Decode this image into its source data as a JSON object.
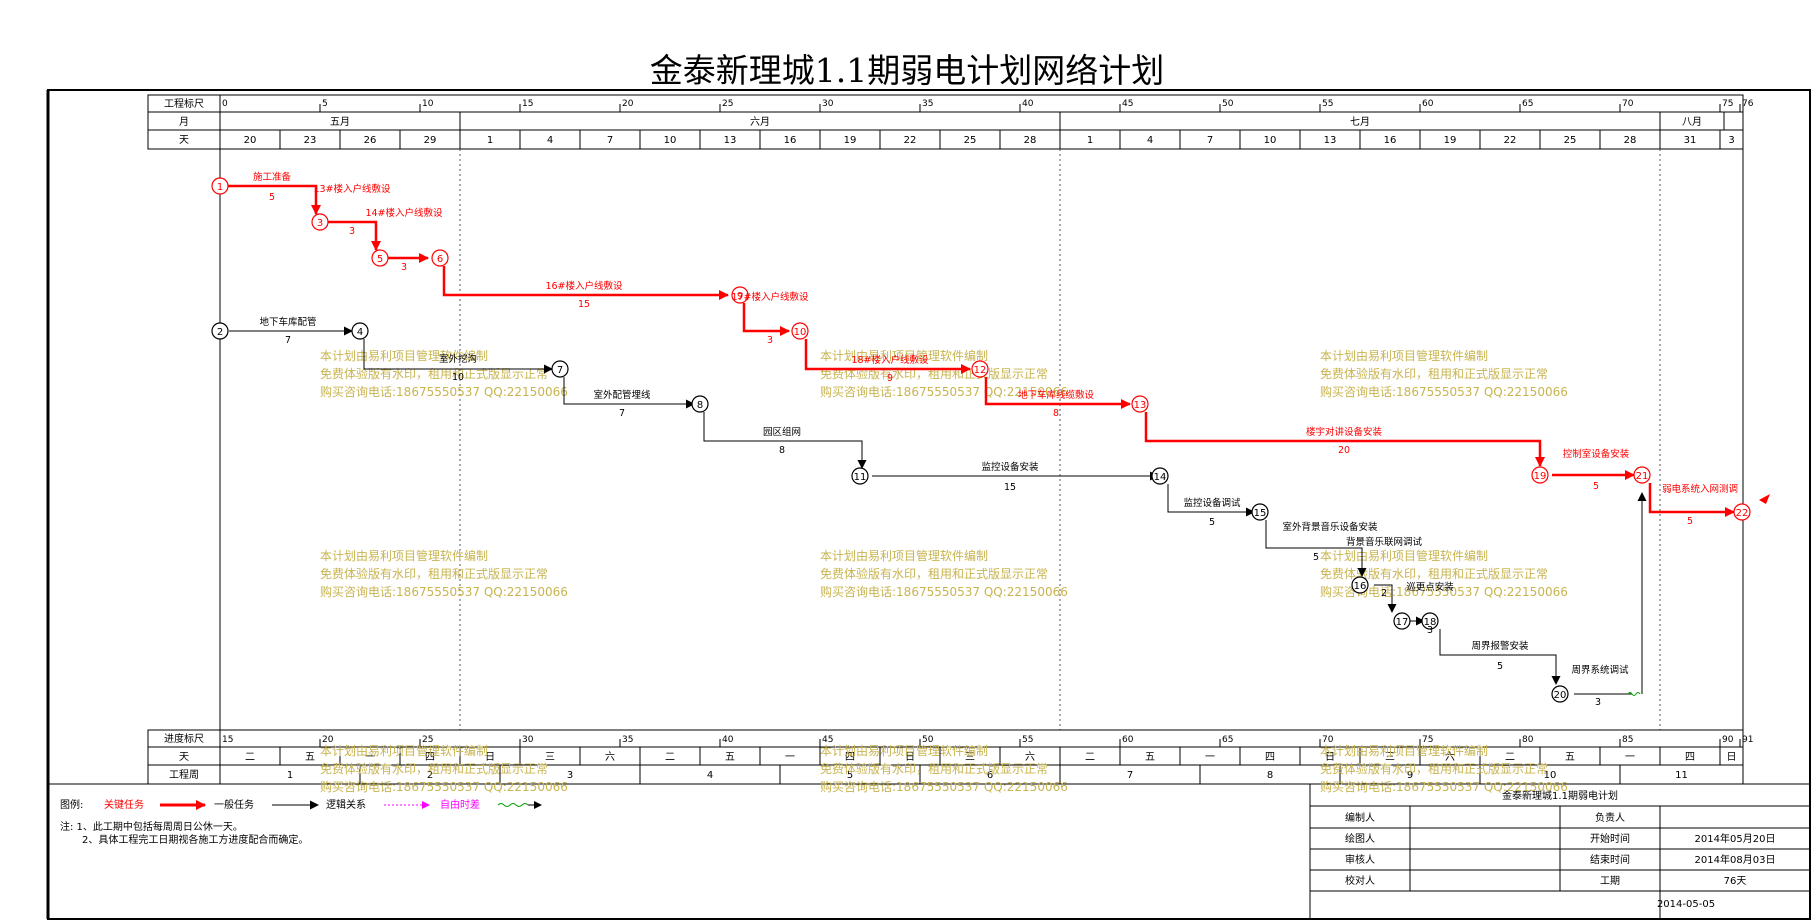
{
  "title": "金泰新理城1.1期弱电计划网络计划",
  "rows": {
    "project_scale": "工程标尺",
    "month": "月",
    "day": "天",
    "progress_scale": "进度标尺",
    "day_bottom": "天",
    "week": "工程周"
  },
  "project_scale_ticks": [
    "0",
    "5",
    "10",
    "15",
    "20",
    "25",
    "30",
    "35",
    "40",
    "45",
    "50",
    "55",
    "60",
    "65",
    "70",
    "75",
    "76"
  ],
  "months": [
    "五月",
    "六月",
    "七月",
    "八月"
  ],
  "days": [
    "20",
    "23",
    "26",
    "29",
    "1",
    "4",
    "7",
    "10",
    "13",
    "16",
    "19",
    "22",
    "25",
    "28",
    "1",
    "4",
    "7",
    "10",
    "13",
    "16",
    "19",
    "22",
    "25",
    "28",
    "31",
    "3"
  ],
  "progress_ticks": [
    "15",
    "20",
    "25",
    "30",
    "35",
    "40",
    "45",
    "50",
    "55",
    "60",
    "65",
    "70",
    "75",
    "80",
    "85",
    "90",
    "91"
  ],
  "weekdays": [
    "二",
    "五",
    "一",
    "四",
    "日",
    "三",
    "六",
    "二",
    "五",
    "一",
    "四",
    "日",
    "三",
    "六",
    "二",
    "五",
    "一",
    "四",
    "日",
    "三",
    "六",
    "二",
    "五",
    "一",
    "四",
    "日"
  ],
  "weeks": [
    "1",
    "2",
    "3",
    "4",
    "5",
    "6",
    "7",
    "8",
    "9",
    "10",
    "11"
  ],
  "nodes": {
    "n1": "1",
    "n2": "2",
    "n3": "3",
    "n4": "4",
    "n5": "5",
    "n6": "6",
    "n7": "7",
    "n8": "8",
    "n9": "9",
    "n10": "10",
    "n11": "11",
    "n12": "12",
    "n13": "13",
    "n14": "14",
    "n15": "15",
    "n16": "16",
    "n17": "17",
    "n18": "18",
    "n19": "19",
    "n20": "20",
    "n21": "21",
    "n22": "22"
  },
  "tasks": {
    "t1": {
      "name": "施工准备",
      "dur": "5"
    },
    "t2": {
      "name": "13#楼入户线敷设",
      "dur": "3"
    },
    "t3": {
      "name": "14#楼入户线敷设",
      "dur": "3"
    },
    "t4": {
      "name": "16#楼入户线敷设",
      "dur": "15"
    },
    "t5": {
      "name": "17#楼入户线敷设",
      "dur": "3"
    },
    "t6": {
      "name": "18#楼入户线敷设",
      "dur": "9"
    },
    "t7": {
      "name": "地下车库线缆敷设",
      "dur": "8"
    },
    "t8": {
      "name": "楼宇对讲设备安装",
      "dur": "20"
    },
    "t9": {
      "name": "控制室设备安装",
      "dur": "5"
    },
    "t10": {
      "name": "弱电系统入网测调",
      "dur": "5"
    },
    "t11": {
      "name": "地下车库配管",
      "dur": "7"
    },
    "t12": {
      "name": "室外挖沟",
      "dur": "10"
    },
    "t13": {
      "name": "室外配管埋线",
      "dur": "7"
    },
    "t14": {
      "name": "园区组网",
      "dur": "8"
    },
    "t15": {
      "name": "监控设备安装",
      "dur": "15"
    },
    "t16": {
      "name": "监控设备调试",
      "dur": "5"
    },
    "t17": {
      "name": "室外背景音乐设备安装",
      "dur": "5"
    },
    "t18": {
      "name": "背景音乐联网调试",
      "dur": "2"
    },
    "t19": {
      "name": "巡更点安装",
      "dur": "3"
    },
    "t20": {
      "name": "周界报警安装",
      "dur": "5"
    },
    "t21": {
      "name": "周界系统调试",
      "dur": "3"
    }
  },
  "watermark": {
    "line1": "本计划由易利项目管理软件编制",
    "line2": "免费体验版有水印，租用和正式版显示正常",
    "line3": "购买咨询电话:18675550537 QQ:22150066"
  },
  "legend": {
    "label": "图例:",
    "critical": "关键任务",
    "general": "一般任务",
    "logic": "逻辑关系",
    "float": "自由时差"
  },
  "notes": {
    "line1": "注: 1、此工期中包括每周周日公休一天。",
    "line2": "2、具体工程完工日期视各施工方进度配合而确定。"
  },
  "info": {
    "plan_name": "金泰新理城1.1期弱电计划",
    "preparer": "编制人",
    "responsible": "负责人",
    "drafter": "绘图人",
    "start_label": "开始时间",
    "start_value": "2014年05月20日",
    "reviewer": "审核人",
    "end_label": "结束时间",
    "end_value": "2014年08月03日",
    "checker": "校对人",
    "duration_label": "工期",
    "duration_value": "76天",
    "print_date": "2014-05-05"
  },
  "colors": {
    "critical": "#ff0000",
    "general": "#000000",
    "logic_dashed": "#ff00ff",
    "float_wave": "#00a000",
    "watermark": "#c8b450"
  }
}
